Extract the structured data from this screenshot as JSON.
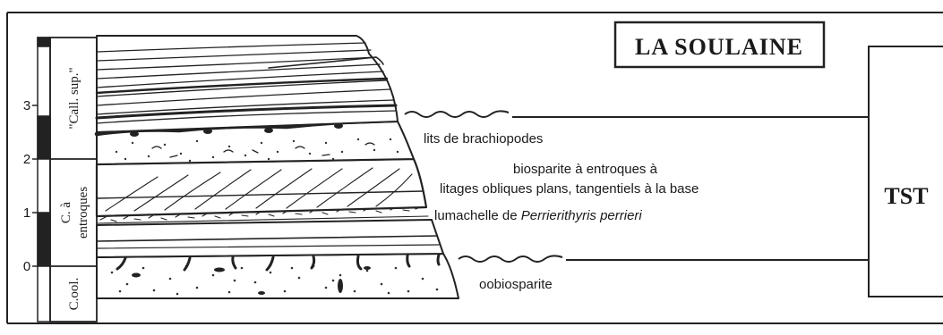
{
  "title": "LA SOULAINE",
  "sequence_label": "TST",
  "scale": {
    "ticks": [
      "0",
      "1",
      "2",
      "3"
    ]
  },
  "units": [
    {
      "label": "C.ool."
    },
    {
      "label": "C. à"
    },
    {
      "label": "entroques"
    },
    {
      "label": "\"Call. sup.\""
    }
  ],
  "annotations": {
    "brachiopods": "lits de brachiopodes",
    "biosparite_line1": "biosparite à entroques à",
    "biosparite_line2": "litages obliques plans, tangentiels à la base",
    "lumachelle_prefix": "lumachelle de ",
    "lumachelle_species": "Perrierithyris perrieri",
    "oobiosparite": "oobiosparite"
  }
}
